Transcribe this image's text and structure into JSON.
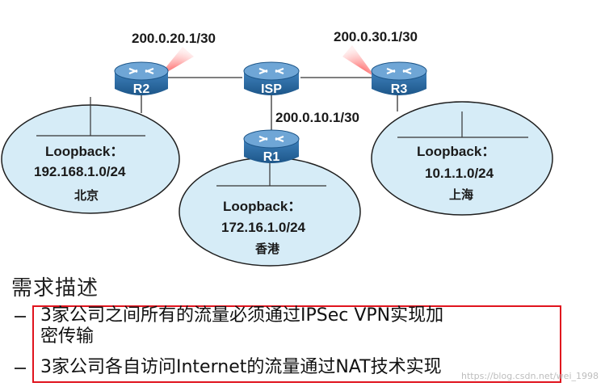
{
  "colors": {
    "router_body": "#2b6fa8",
    "router_top": "#6fa6d6",
    "ellipse_fill": "#d6ecf7",
    "highlight_box": "#e0141e",
    "link": "#333333"
  },
  "links": {
    "r2_isp": "200.0.20.1/30",
    "isp_r3": "200.0.30.1/30",
    "isp_r1": "200.0.10.1/30"
  },
  "routers": {
    "r2": "R2",
    "isp": "ISP",
    "r3": "R3",
    "r1": "R1"
  },
  "sites": {
    "beijing": {
      "loopback_label": "Loopback：",
      "network": "192.168.1.0/24",
      "city": "北京"
    },
    "hongkong": {
      "loopback_label": "Loopback：",
      "network": "172.16.1.0/24",
      "city": "香港"
    },
    "shanghai": {
      "loopback_label": "Loopback：",
      "network": "10.1.1.0/24",
      "city": "上海"
    }
  },
  "requirements": {
    "title": "需求描述",
    "items": [
      {
        "line1": "3家公司之间所有的流量必须通过IPSec VPN实现加",
        "line2": "密传输"
      },
      {
        "line1": "3家公司各自访问Internet的流量通过NAT技术实现",
        "line2": ""
      }
    ]
  },
  "watermark": "https://blog.csdn.net/wei_1998"
}
